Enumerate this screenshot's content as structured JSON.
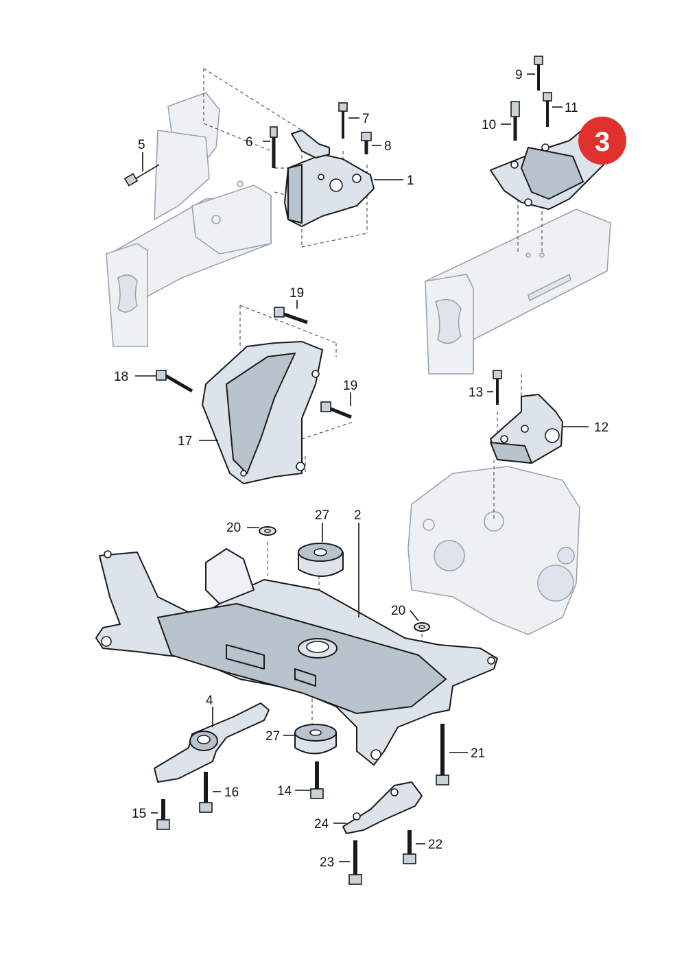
{
  "badge": {
    "text": "3",
    "color": "#e0312e"
  },
  "labels": [
    {
      "id": "n1",
      "text": "1"
    },
    {
      "id": "n2",
      "text": "2"
    },
    {
      "id": "n4",
      "text": "4"
    },
    {
      "id": "n5",
      "text": "5"
    },
    {
      "id": "n6",
      "text": "6"
    },
    {
      "id": "n7",
      "text": "7"
    },
    {
      "id": "n8",
      "text": "8"
    },
    {
      "id": "n9",
      "text": "9"
    },
    {
      "id": "n10",
      "text": "10"
    },
    {
      "id": "n11",
      "text": "11"
    },
    {
      "id": "n12",
      "text": "12"
    },
    {
      "id": "n13",
      "text": "13"
    },
    {
      "id": "n14",
      "text": "14"
    },
    {
      "id": "n15",
      "text": "15"
    },
    {
      "id": "n16",
      "text": "16"
    },
    {
      "id": "n17",
      "text": "17"
    },
    {
      "id": "n18",
      "text": "18"
    },
    {
      "id": "n19a",
      "text": "19"
    },
    {
      "id": "n19b",
      "text": "19"
    },
    {
      "id": "n20a",
      "text": "20"
    },
    {
      "id": "n20b",
      "text": "20"
    },
    {
      "id": "n21",
      "text": "21"
    },
    {
      "id": "n22",
      "text": "22"
    },
    {
      "id": "n23",
      "text": "23"
    },
    {
      "id": "n24",
      "text": "24"
    },
    {
      "id": "n27a",
      "text": "27"
    },
    {
      "id": "n27b",
      "text": "27"
    }
  ]
}
